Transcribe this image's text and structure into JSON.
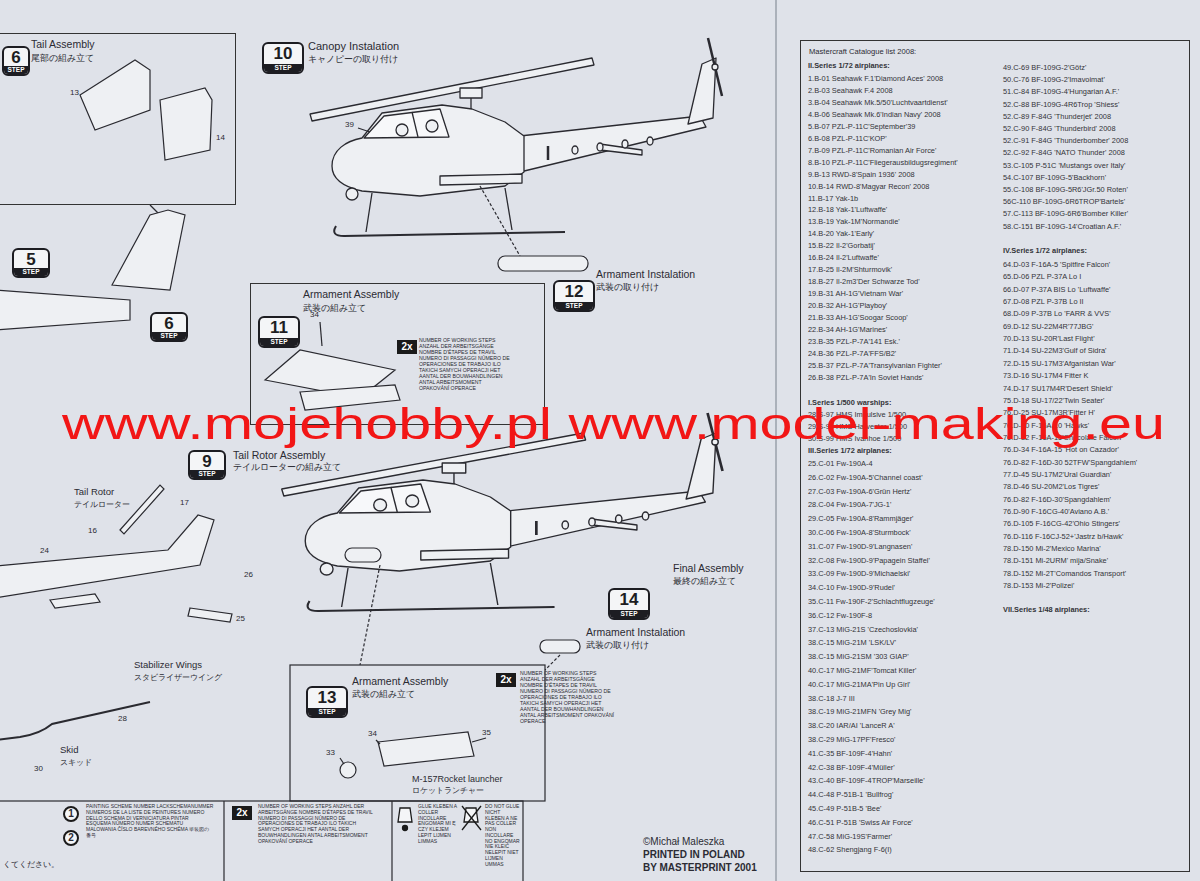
{
  "diagram": {
    "nodes": [
      {
        "text": [
          "Tail Assembly",
          "尾部の組み立て"
        ]
      },
      {
        "text": [
          "6",
          "STEP"
        ]
      },
      {
        "text": [
          "10",
          "STEP"
        ]
      },
      {
        "text": [
          "5",
          "STEP"
        ]
      },
      {
        "text": [
          "6",
          "STEP"
        ]
      },
      {
        "text": [
          "Armament Assembly",
          "武装の組み立て"
        ]
      },
      {
        "text": [
          "11",
          "STEP"
        ],
        "in": 5
      },
      {
        "text": [
          "2x"
        ],
        "in": 5
      },
      {
        "text": [
          "12",
          "STEP"
        ]
      },
      {
        "text": [
          "9",
          "STEP"
        ]
      },
      {
        "text": [
          "14",
          "STEP"
        ]
      },
      {
        "text": [
          "13",
          "STEP"
        ]
      },
      {
        "text": [
          "2x"
        ]
      },
      {
        "text": [
          "Mastercraft Catalogue list 2008:"
        ]
      },
      {
        "text": [
          "2x"
        ]
      },
      {
        "text": [
          "1"
        ]
      },
      {
        "text": [
          "2"
        ]
      }
    ],
    "labels": [
      "Canopy Instalation",
      "キャノピーの取り付け",
      "13",
      "14",
      "39",
      "NUMBER OF WORKING STEPS ANZAHL DER ARBEITSGÄNGE NOMBRE D'ÉTAPES DE TRAVIL NUMERO DI PASSAGGI NÚMERO DE OPERACIONES DE TRABAJO ILO TAKICH SAMYCH OPERACJI HET AANTAL DER BOUWHANDLINGEN ANTAL ARBEITSMOMENT OPAKOVÁNÍ OPERACE",
      "34",
      "Armament Instalation",
      "武装の取り付け",
      "Tail Rotor Assembly",
      "テイルローターの組み立て",
      "Tail Rotor",
      "テイルローター",
      "17",
      "16",
      "24",
      "26",
      "25",
      "Stabilizer Wings",
      "スタビライザーウイング",
      "28",
      "Skid",
      "スキッド",
      "30",
      "Final Assembly",
      "最終の組み立て",
      "Armament Instalation",
      "武装の取り付け",
      "Armament Assembly",
      "武装の組み立て",
      "NUMBER OF WORKING STEPS ANZAHL DER ARBEITSGÄNGE NOMBRE D'ÉTAPES DE TRAVIL NUMERO DI PASSAGGI NÚMERO DE OPERACIONES DE TRABAJO ILO TAKICH SAMYCH OPERACJI HET AANTAL DER BOUWHANDLINGEN ANTAL ARBEITSMOMENT OPAKOVÁNÍ OPERACE",
      "34",
      "33",
      "35",
      "M-157Rocket launcher",
      "ロケットランチャー",
      "PAINTING SCHEME NUMBER LACKSCHEMANUMMER NUMEROS DE LA LISTE DE PEINTURES NUMERO DELLO SCHEMA DI VERNICIATURA PINTAR ESQUEMA NÚMERO NUMER SCHEMATU MALOWANIA ČÍSLO BAREVNÉHO SCHÉMA 塗装図の番号",
      "NUMBER OF WORKING STEPS ANZAHL DER ARBEITSGÄNGE NOMBRE D'ÉTAPES DE TRAVIL NUMERO DI PASSAGGI NÚMERO DE OPERACIONES DE TRABAJO ILO TAKICH SAMYCH OPERACJI HET AANTAL DER BOUWHANDLINGEN ANTAL ARBEITSMOMENT OPAKOVÁNÍ OPERACE",
      "GLUE KLEBEN A COLLER INCOLLARE ENGOMAR MI Ę CZY KLEJEM LEPIT LIJMEN LIMMAS",
      "DO NOT GLUE NICHT KLEBEN A NE PAS COLLER NON INCOLLARE NO ENGOMAR NIE KLEIĆ NELEPIT NIET LIJMEN UMMAS",
      "くてください。",
      "©Michał Maleszka",
      "PRINTED IN POLAND",
      "BY MASTERPRINT 2001",
      "www.mojehobby.pl www.model-making.eu",
      "II.Series 1/72 airplanes:",
      "1.B-01 Seahawk F.1'Diamond Aces' 2008",
      "2.B-03 Seahawk F.4 2008",
      "3.B-04 Seahawk Mk.5/50'Luchtvaartdienst'",
      "4.B-06 Seahawk Mk.6'Indian Navy' 2008",
      "5.B-07 PZL-P-11C'September'39",
      "6.B-08 PZL-P-11C'KOP'",
      "7.B-09 PZL-P-11C'Romanian Air Force'",
      "8.B-10 PZL-P-11C'Fliegerausbildugsregiment'",
      "9.B-13 RWD-8'Spain 1936' 2008",
      "10.B-14 RWD-8'Magyar Recon' 2008",
      "11.B-17 Yak-1b",
      "12.B-18 Yak-1'Luftwaffe'",
      "13.B-19 Yak-1M'Normandie'",
      "14.B-20 Yak-1'Early'",
      "15.B-22 Il-2'Gorbatij'",
      "16.B-24 Il-2'Luftwaffe'",
      "17.B-25 Il-2M'Shturmovik'",
      "18.B-27 Il-2m3'Der Schwarze Tod'",
      "19.B-31 AH-1G'Vietnam War'",
      "20.B-32 AH-1G'Playboy'",
      "21.B-33 AH-1G'Soogar Scoop'",
      "22.B-34 AH-1G'Marines'",
      "23.B-35 PZL-P-7A'141 Esk.'",
      "24.B-36 PZL-P-7A'FFS/B2'",
      "25.B-37 PZL-P-7A'Transylvanian Fighter'",
      "26.B-38 PZL-P-7A'In Soviet Hands'",
      "I.Series 1/500 warships:",
      "28.S-97 HMS Impulsive 1/500",
      "29.S-98 HMS Harvester 1/500",
      "30.S-99 HMS Ivanhoe 1/500",
      "III.Series 1/72 airplanes:",
      "25.C-01 Fw-190A-4",
      "26.C-02 Fw-190A-5'Channel coast'",
      "27.C-03 Fw-190A-6'Grün Hertz'",
      "28.C-04 Fw-190A-7'JG-1'",
      "29.C-05 Fw-190A-8'Rammjäger'",
      "30.C-06 Fw-190A-8'Sturmbock'",
      "31.C-07 Fw-190D-9'Langnasen'",
      "32.C-08 Fw-190D-9'Papagein Staffel'",
      "33.C-09 Fw-190D-9'Michaelski'",
      "34.C-10 Fw-190D-9'Rudel'",
      "35.C-11 Fw-190F-2'Schlachtflugzeuge'",
      "36.C-12 Fw-190F-8",
      "37.C-13 MiG-21S 'Czechoslovkia'",
      "38.C-15 MiG-21M 'LSK/LV'",
      "38.C-15 MiG-21SM '303 GIAP'",
      "40.C-17 MiG-21MF'Tomcat Killer'",
      "40.C-17 MiG-21MA'Pin Up Girl'",
      "38.C-18 J-7 III",
      "38.C-19 MiG-21MFN 'Grey Mig'",
      "38.C-20 IAR/AI 'LanceR A'",
      "38.C-29 MiG-17PF'Fresco'",
      "41.C-35 BF-109F-4'Hahn'",
      "42.C-38 BF-109F-4'Müller'",
      "43.C-40 BF-109F-4TROP'Marseille'",
      "44.C-48 P-51B-1 'Bullfrog'",
      "45.C-49 P-51B-5 'Bee'",
      "46.C-51 P-51B 'Swiss Air Force'",
      "47.C-58 MiG-19S'Farmer'",
      "48.C-62 Shengjang F-6(I)",
      "49.C-69 BF-109G-2'Götz'",
      "50.C-76 BF-109G-2'Imavoimat'",
      "51.C-84 BF-109G-4'Hungarian A.F.'",
      "52.C-88 BF-109G-4R6Trop 'Shiess'",
      "52.C-89 F-84G 'Thunderjet' 2008",
      "52.C-90 F-84G 'Thunderbird' 2008",
      "52.C-91 F-84G 'Thunderbomber' 2008",
      "52.C-92 F-84G 'NATO Thunder' 2008",
      "53.C-105 P-51C 'Mustangs over Italy'",
      "54.C-107 BF-109G-5'Backhorn'",
      "55.C-108 BF-109G-5R6'JGr.50 Roten'",
      "56C-110 BF-109G-6R6TROP'Bartels'",
      "57.C-113 BF-109G-6R6'Bomber Killer'",
      "58.C-151 BF-109G-14'Croatian A.F.'",
      "IV.Series 1/72 airplanes:",
      "64.D-03 F-16A-5 'Spitfire Falcon'",
      "65.D-06 PZL P-37A Lo I",
      "66.D-07 P-37A BIS Lo 'Luftwaffe'",
      "67.D-08 PZL P-37B Lo II",
      "68.D-09 P-37B Lo 'FARR & VVS'",
      "69.D-12 SU-22M4R'77JBG'",
      "70.D-13 SU-20R'Last Flight'",
      "71.D-14 SU-22M3'Gulf of Sidra'",
      "72.D-15 SU-17M3'Afganistan War'",
      "73.D-16 SU-17M4 Fitter K",
      "74.D-17 SU17M4R'Desert Shield'",
      "75.D-18 SU-17/22'Twin Seater'",
      "76.D-25 SU-17M3R'Fitter H'",
      "76.D-30 F-16A-10 'Hawks'",
      "76.D-32 F-16A-15'Chocolate Falcon'",
      "76.D-34 F-16A-15 'Hot on Cazador'",
      "76.D-82 F-16D-30 52TFW'Spangdahlem'",
      "77.D-45 SU-17M2'Ural Guardian'",
      "78.D-46 SU-20M2'Los Tigres'",
      "76.D-82 F-16D-30'Spangdahlem'",
      "76.D-90 F-16CG-40'Aviano A.B.'",
      "76.D-105 F-16CG-42'Ohio Stingers'",
      "76.D-116 F-16CJ-52+'Jastrz b/Hawk'",
      "78.D-150 Mi-2'Mexico Marina'",
      "78.D-151 Mi-2URM' mija/Snake'",
      "78.D-152 Mi-2T'Comandos Transport'",
      "78.D-153 Mi-2'Polizei'",
      "VII.Series 1/48 airplanes:"
    ]
  }
}
